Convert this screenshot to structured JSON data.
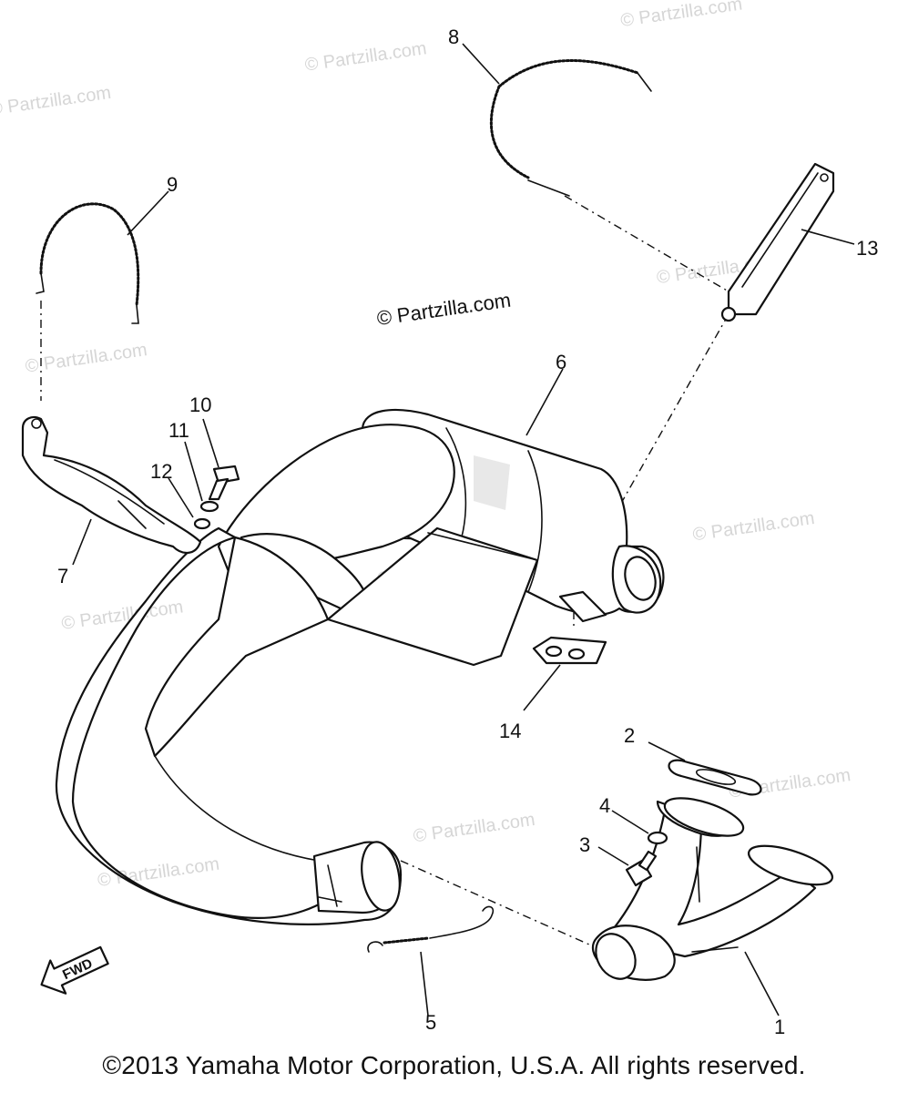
{
  "watermark": "© Partzilla.com",
  "center_watermark": "© Partzilla.com",
  "callouts": {
    "c1": "1",
    "c2": "2",
    "c3": "3",
    "c4": "4",
    "c5": "5",
    "c6": "6",
    "c7": "7",
    "c8": "8",
    "c9": "9",
    "c10": "10",
    "c11": "11",
    "c12": "12",
    "c13": "13",
    "c14": "14"
  },
  "fwd_label": "FWD",
  "copyright": "©2013 Yamaha Motor Corporation, U.S.A. All rights reserved."
}
